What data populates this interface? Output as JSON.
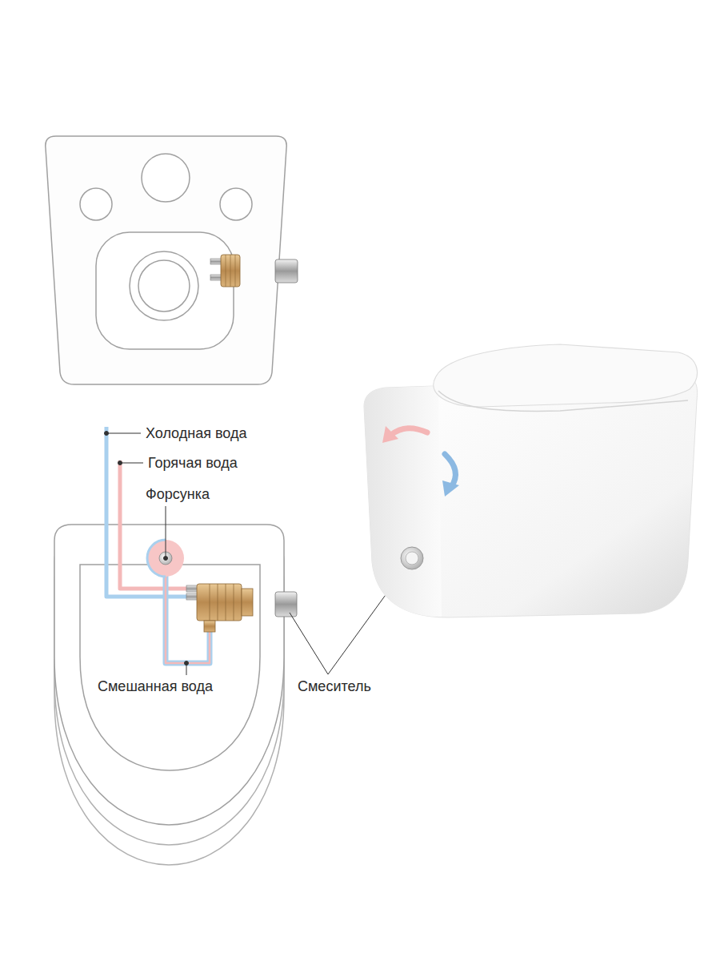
{
  "diagram": {
    "labels": [
      "Холодная вода",
      "Горячая вода",
      "Форсунка",
      "Смешанная вода",
      "Смеситель"
    ]
  }
}
